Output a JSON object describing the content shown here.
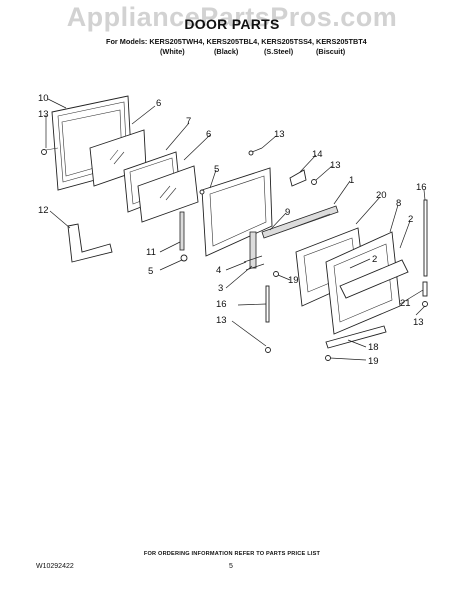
{
  "watermark": "AppliancePartsPros.com",
  "title": "DOOR PARTS",
  "models_line": "For Models: KERS205TWH4, KERS205TBL4, KERS205TSS4, KERS205TBT4",
  "finishes": [
    "(White)",
    "(Black)",
    "(S.Steel)",
    "(Biscuit)"
  ],
  "callouts": {
    "c10": "10",
    "c13a": "13",
    "c6a": "6",
    "c7": "7",
    "c6b": "6",
    "c13b": "13",
    "c14": "14",
    "c13c": "13",
    "c5a": "5",
    "c1": "1",
    "c16a": "16",
    "c20": "20",
    "c8": "8",
    "c9": "9",
    "c2a": "2",
    "c12": "12",
    "c2b": "2",
    "c11": "11",
    "c5b": "5",
    "c4": "4",
    "c3": "3",
    "c19a": "19",
    "c21": "21",
    "c16b": "16",
    "c13d": "13",
    "c13e": "13",
    "c18": "18",
    "c19b": "19"
  },
  "footer_note": "FOR ORDERING INFORMATION REFER TO PARTS PRICE LIST",
  "doc_number": "W10292422",
  "page_number": "5"
}
